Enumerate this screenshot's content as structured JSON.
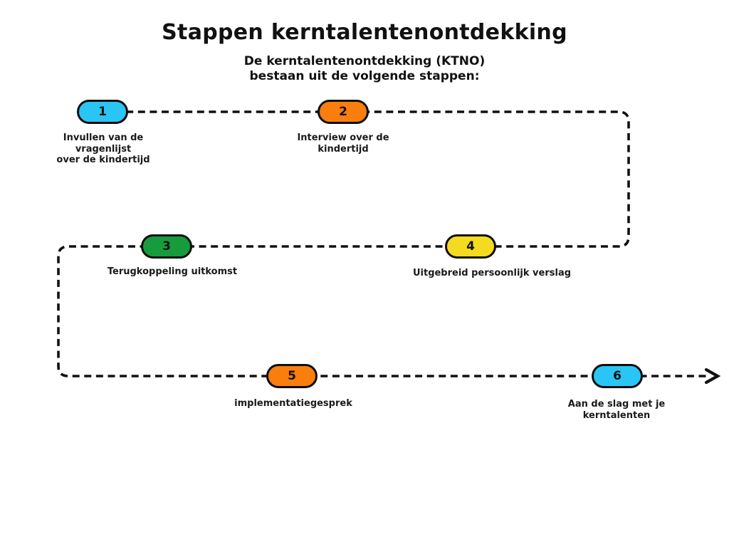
{
  "header": {
    "title": "Stappen kerntalentenontdekking",
    "subtitle_line1": "De kerntalentenontdekking (KTNO)",
    "subtitle_line2": "bestaan uit de volgende stappen:"
  },
  "colors": {
    "cyan": "#29C6F5",
    "orange": "#F97E0D",
    "green": "#179C3D",
    "yellow": "#F5DB1F",
    "line": "#111111",
    "text": "#1a1a1a",
    "background": "#ffffff"
  },
  "icons": {
    "arrowhead": "chevron-right-arrow"
  },
  "steps": [
    {
      "number": "1",
      "color": "#29C6F5",
      "label_lines": [
        "Invullen van de",
        "vragenlijst",
        "over de kindertijd"
      ]
    },
    {
      "number": "2",
      "color": "#F97E0D",
      "label_lines": [
        "Interview over de",
        "kindertijd"
      ]
    },
    {
      "number": "3",
      "color": "#179C3D",
      "label_lines": [
        "Terugkoppeling uitkomst"
      ]
    },
    {
      "number": "4",
      "color": "#F5DB1F",
      "label_lines": [
        "Uitgebreid persoonlijk verslag"
      ]
    },
    {
      "number": "5",
      "color": "#F97E0D",
      "label_lines": [
        "implementatiegesprek"
      ]
    },
    {
      "number": "6",
      "color": "#29C6F5",
      "label_lines": [
        "Aan de slag met je",
        "kerntalenten"
      ]
    }
  ]
}
